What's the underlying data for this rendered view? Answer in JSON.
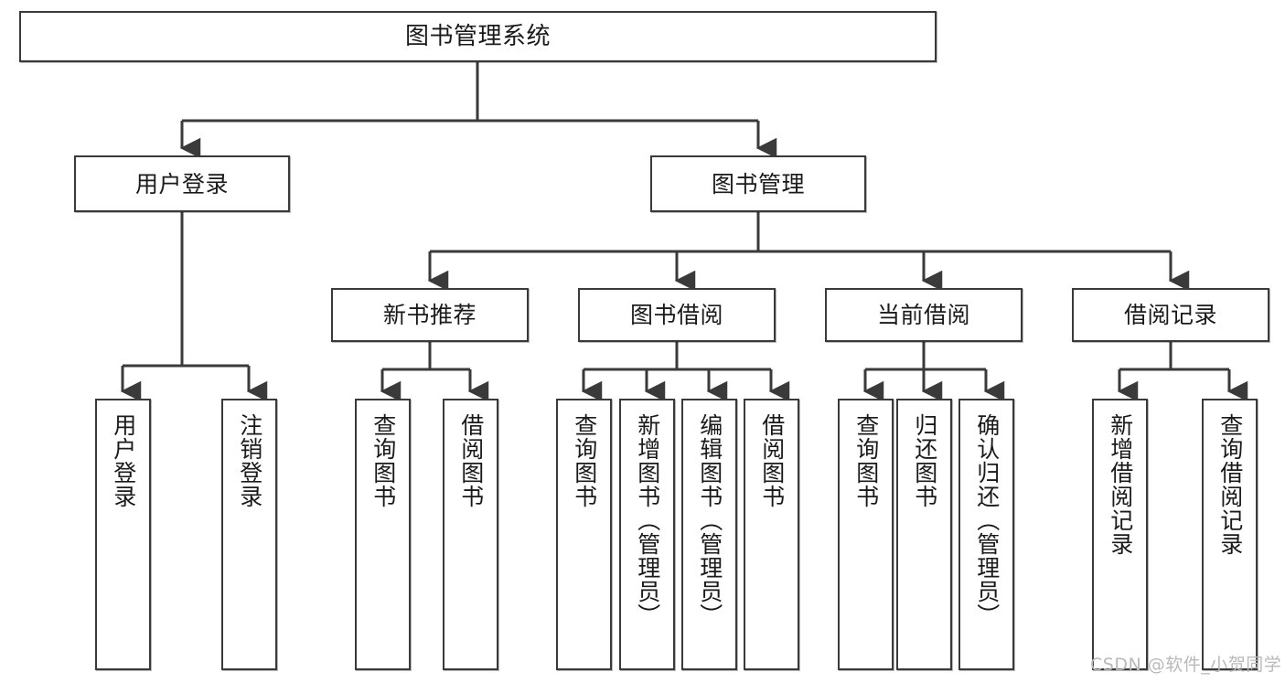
{
  "diagram": {
    "type": "tree-hierarchy",
    "title": "图书管理系统",
    "watermark": "CSDN @软件_小贺同学",
    "colors": {
      "box_border": "#3a3a3a",
      "box_fill": "#ffffff",
      "connector": "#3a3a3a",
      "text": "#1a1a1a",
      "watermark": "#b9b9b9"
    },
    "nodes": {
      "root": {
        "label": "图书管理系统"
      },
      "level2": [
        {
          "label": "用户登录"
        },
        {
          "label": "图书管理"
        }
      ],
      "level3": [
        {
          "label": "新书推荐"
        },
        {
          "label": "图书借阅"
        },
        {
          "label": "当前借阅"
        },
        {
          "label": "借阅记录"
        }
      ],
      "leaves": {
        "user_login": [
          {
            "label": "用户登录"
          },
          {
            "label": "注销登录"
          }
        ],
        "new_book_recommend": [
          {
            "label": "查询图书"
          },
          {
            "label": "借阅图书"
          }
        ],
        "book_borrow": [
          {
            "label": "查询图书"
          },
          {
            "label": "新增图书（管理员）"
          },
          {
            "label": "编辑图书（管理员）"
          },
          {
            "label": "借阅图书"
          }
        ],
        "current_borrow": [
          {
            "label": "查询图书"
          },
          {
            "label": "归还图书"
          },
          {
            "label": "确认归还（管理员）"
          }
        ],
        "borrow_record": [
          {
            "label": "新增借阅记录"
          },
          {
            "label": "查询借阅记录"
          }
        ]
      }
    }
  }
}
